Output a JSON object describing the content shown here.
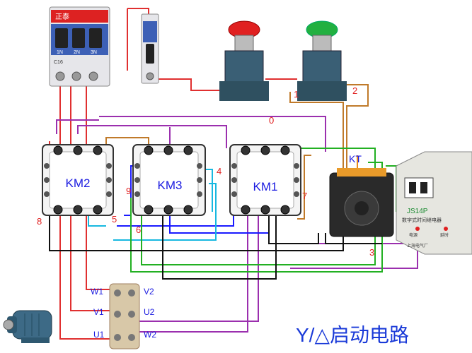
{
  "breaker": {
    "brand": "正泰",
    "pole_labels": [
      "1N",
      "2N",
      "3N"
    ],
    "rating_text": "C16"
  },
  "contactors": [
    {
      "label": "KM2"
    },
    {
      "label": "KM3"
    },
    {
      "label": "KM1"
    }
  ],
  "relay": {
    "label": "KT",
    "model": "JS14P",
    "type_text": "数字式时间继电器",
    "indicators": [
      "电源",
      "延时"
    ],
    "maker": "上海电气厂"
  },
  "wire_labels": {
    "n0": "0",
    "n1": "1",
    "n2": "2",
    "n3": "3",
    "n4": "4",
    "n5": "5",
    "n6": "6",
    "n7": "7",
    "n8": "8",
    "n9": "9"
  },
  "motor_terminals": {
    "w1": "W1",
    "v1": "V1",
    "u1": "U1",
    "v2": "V2",
    "u2": "U2",
    "w2": "W2"
  },
  "title": "Y/△启动电路",
  "colors": {
    "wire_red": "#e03030",
    "wire_blue": "#1a1aff",
    "wire_purple": "#9b2fae",
    "wire_brown": "#c07a2a",
    "wire_cyan": "#18b8e0",
    "wire_green": "#22b022",
    "wire_black": "#111111",
    "label_red": "#e02020",
    "label_blue": "#1a1ae0",
    "title_blue": "#1a3ad8"
  }
}
